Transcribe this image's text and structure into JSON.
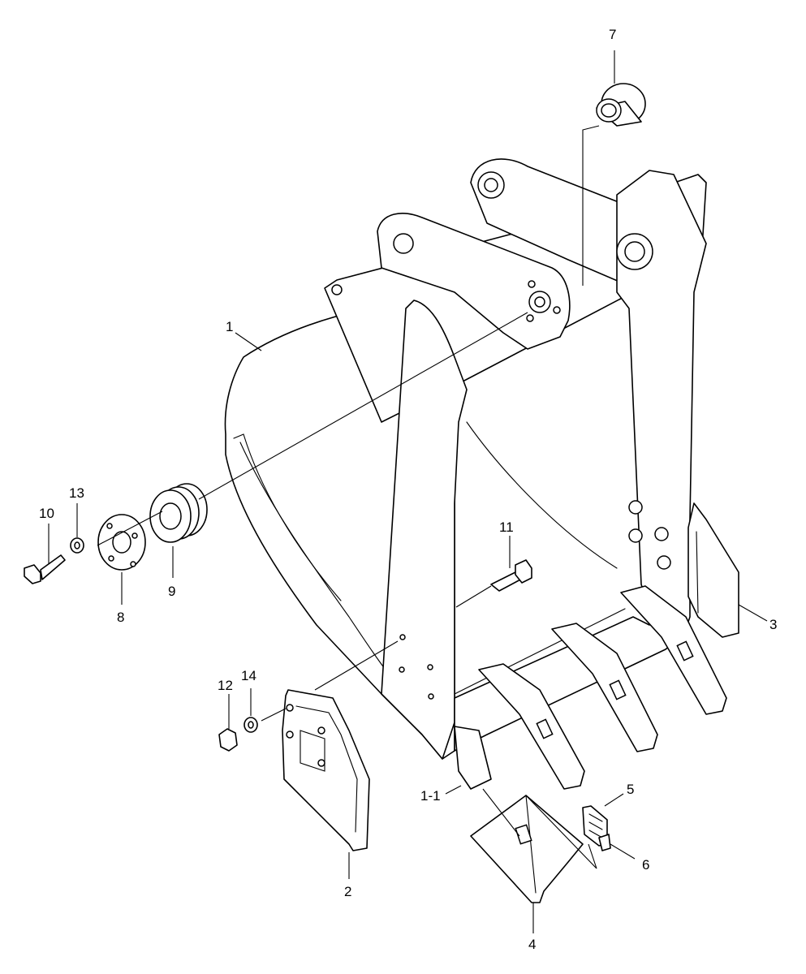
{
  "callouts": {
    "c1": "1",
    "c1_1": "1-1",
    "c2": "2",
    "c3": "3",
    "c4": "4",
    "c5": "5",
    "c6": "6",
    "c7": "7",
    "c8": "8",
    "c9": "9",
    "c10": "10",
    "c11": "11",
    "c12": "12",
    "c13": "13",
    "c14": "14"
  },
  "colors": {
    "line": "#000000",
    "background": "#ffffff"
  }
}
